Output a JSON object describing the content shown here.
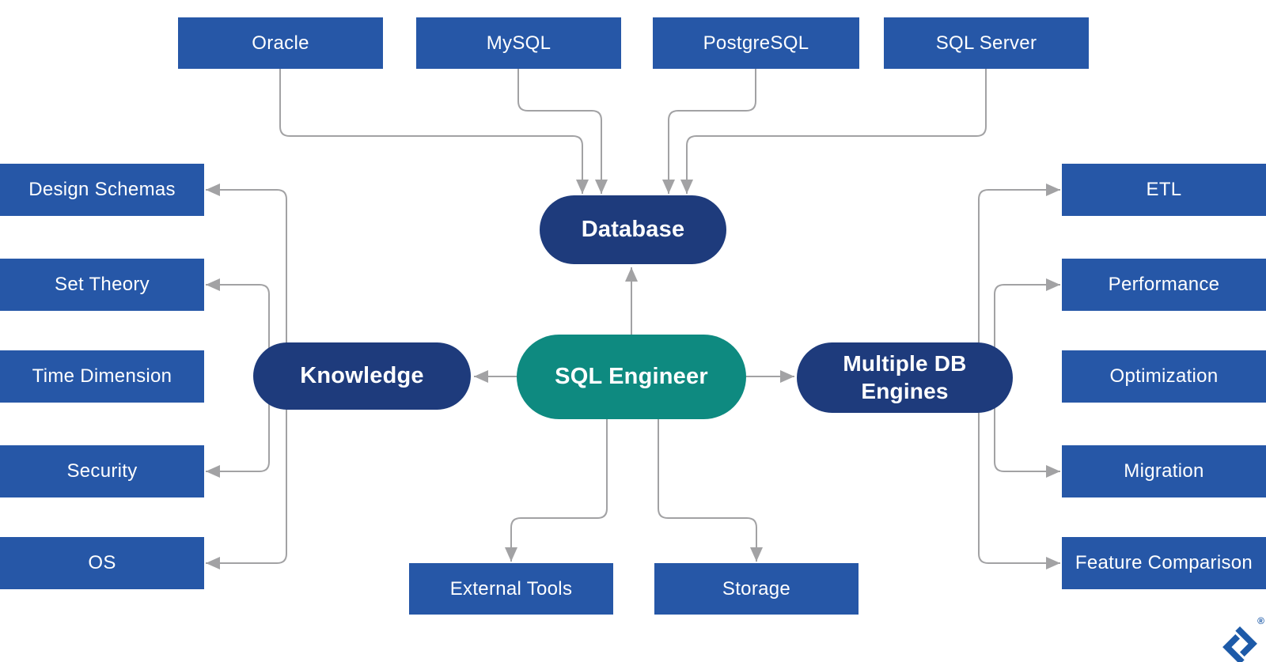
{
  "diagram": {
    "center": {
      "label": "SQL Engineer"
    },
    "hubs": {
      "database": {
        "label": "Database"
      },
      "knowledge": {
        "label": "Knowledge"
      },
      "multiple_db": {
        "label": "Multiple DB Engines"
      }
    },
    "top_boxes": [
      {
        "label": "Oracle"
      },
      {
        "label": "MySQL"
      },
      {
        "label": "PostgreSQL"
      },
      {
        "label": "SQL Server"
      }
    ],
    "left_boxes": [
      {
        "label": "Design Schemas"
      },
      {
        "label": "Set Theory"
      },
      {
        "label": "Time Dimension"
      },
      {
        "label": "Security"
      },
      {
        "label": "OS"
      }
    ],
    "right_boxes": [
      {
        "label": "ETL"
      },
      {
        "label": "Performance"
      },
      {
        "label": "Optimization"
      },
      {
        "label": "Migration"
      },
      {
        "label": "Feature Comparison"
      }
    ],
    "bottom_boxes": [
      {
        "label": "External Tools"
      },
      {
        "label": "Storage"
      }
    ]
  },
  "logo": {
    "registered_mark": "®"
  },
  "colors": {
    "box_blue": "#2657a7",
    "hub_navy": "#1e3b7c",
    "center_teal": "#0e8a80",
    "connector_gray": "#a2a2a4",
    "text_white": "#ffffff",
    "logo_blue": "#1d5aa8",
    "background": "#ffffff"
  }
}
